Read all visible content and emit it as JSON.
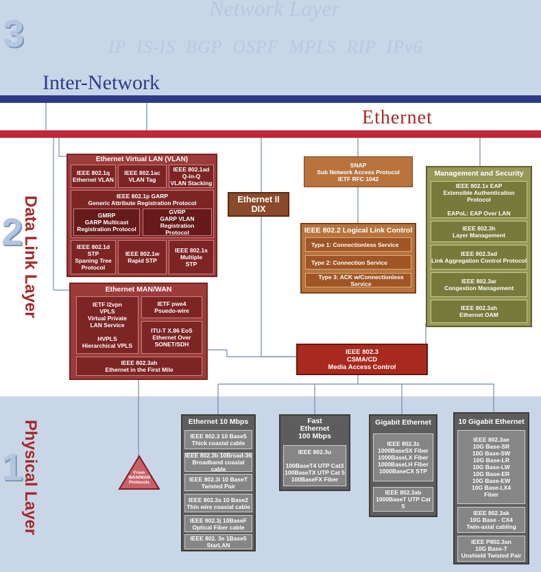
{
  "colors": {
    "band": "#c9d6e7",
    "blue_rule": "#2d3a8a",
    "red_rule": "#c0283a",
    "red_box": "#9d3b3b",
    "brown_box": "#b8733d",
    "green_box": "#969858",
    "gray_box": "#5d5d5d"
  },
  "network_layer": {
    "number": "3",
    "title": "Network Layer",
    "protocols": "IP  IS-IS  BGP  OSPF  MPLS  RIP  IPv6"
  },
  "inter_network": {
    "label": "Inter-Network"
  },
  "ethernet": {
    "label": "Ethernet"
  },
  "data_link_layer": {
    "number": "2",
    "label": "Data Link Layer"
  },
  "physical_layer": {
    "number": "1",
    "label": "Physical Layer"
  },
  "vlan": {
    "title": "Ethernet Virtual LAN (VLAN)",
    "row1": [
      "IEEE 802.1q\nEthernet VLAN",
      "IEEE 802.1ac\nVLAN Tag",
      "IEEE 802.1ad\nQ-in-Q\nVLAN Stacking"
    ],
    "garp": "IEEE 802.1p GARP\nGeneric Attribute Registration Protocol",
    "gmrp": "GMRP\nGARP Multicast\nRegistration  Protocol",
    "gvrp": "GVRP\nGARP VLAN Registration\nProtocol",
    "row3": [
      "IEEE 802.1d STP\nSpaning Tree\nProtocol",
      "IEEE 802.1w\nRapid STP",
      "IEEE 802.1s\nMultiple\nSTP"
    ]
  },
  "dix": {
    "label": "Ethernet II\nDIX"
  },
  "snap": {
    "label": "SNAP\nSub Network Access Protocol\nIETF RFC 1042"
  },
  "llc": {
    "title": "IEEE 802.2 Logical Link Control",
    "items": [
      "Type 1: Connectionless Service",
      "Type 2: Connection Service",
      "Type 3: ACK w/Connectionless Service"
    ]
  },
  "mgmt": {
    "title": "Management and Security",
    "items": [
      "IEEE 802.1x EAP\nExtensible Authentication Protocol\n\nEAPoL: EAP Over LAN",
      "IEEE 802.3h\nLayer Management",
      "IEEE 802.3ad\nLink Aggregation Control Protocol",
      "IEEE 802.3ar\nCongestion Management",
      "IEEE 802.3ah\nEthernet OAM"
    ]
  },
  "manwan": {
    "title": "Ethernet  MAN/WAN",
    "left": "IETF l2vpn\nVPLS\nVirtual Private\nLAN Service\n\nHVPLS\nHierarchical VPLS",
    "right1": "IETF pwe4\nPsuedo-wire",
    "right2": "ITU-T X.86 EoS\nEthernet Over\nSONET/SDH",
    "bottom": "IEEE 802.3ah\nEthernet in the First Mile"
  },
  "mac": {
    "label": "IEEE 802.3\nCSMA/CD\nMedia Access Control"
  },
  "triangle": {
    "label": "From\nWAN/MAN\nProtocols"
  },
  "eth10": {
    "title": "Ethernet 10 Mbps",
    "items": [
      "IEEE 802.3 10 Base5\nThick coaxial cable",
      "IEEE 802.3b 10Broad-36\nBroadband coaxial cable",
      "IEEE 802.3i 10 BaseT\nTwisted Pair",
      "IEEE 802.3a 10 Base2\nThin wire coaxial cable",
      "IEEE 802.3j 10BaseF\nOptical Fiber cable",
      "IEEE 802. 3e 1Base5\nStarLAN"
    ]
  },
  "fast": {
    "title": "Fast\nEthernet\n100 Mbps",
    "items": [
      "IEEE 802.3u\n\n100BaseT4 UTP Cat3\n100BaseTX UTP Cat 5\n100BaseFX Fiber"
    ]
  },
  "gig": {
    "title": "Gigabit Ethernet",
    "items": [
      "IEEE 802.3z\n1000BaseSX Fiber\n1000BaseLX Fiber\n1000BaseLH Fiber\n1000BaseCX STP",
      "IEEE 802.3ab\n1000BaseT UTP Cat 5"
    ]
  },
  "tengig": {
    "title": "10 Gigabit Ethernet",
    "items": [
      "IEEE 802.3ae\n10G Base-SR\n10G Base-SW\n10G Base-LR\n10G Base-LW\n10G Base-ER\n10G Base-EW\n10G Base-LX4\nFiber",
      "IEEE 802.3ak\n10G Base - CX4\nTwin-axial cabling",
      "IEEE P802.3an\n10G Base-T\nUnshield Twisted Pair"
    ]
  }
}
